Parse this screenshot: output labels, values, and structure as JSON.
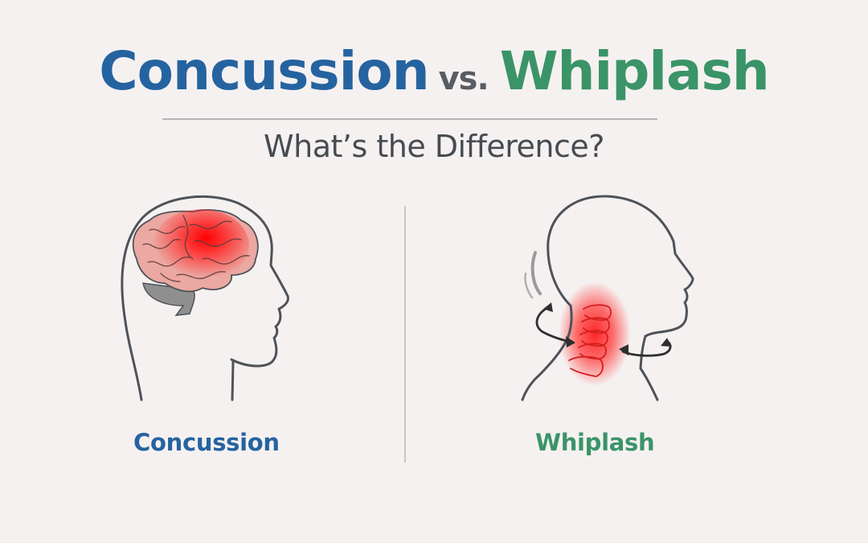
{
  "title": {
    "left": "Concussion",
    "connector": "vs.",
    "right": "Whiplash"
  },
  "subtitle": "What’s the Difference?",
  "panels": [
    {
      "label": "Concussion",
      "illustration": "head-profile-with-brain-injury-icon",
      "highlight": "brain (red glow)"
    },
    {
      "label": "Whiplash",
      "illustration": "head-neck-profile-with-whiplash-icon",
      "highlight": "cervical spine (red glow)"
    }
  ],
  "colors": {
    "background": "#f6f1f1",
    "concussion_blue": "#2563a0",
    "whiplash_green": "#3a9467",
    "vs_gray": "#585c63",
    "subtitle_gray": "#464c52",
    "outline": "#4d5359",
    "injury_red": "#ff1a1a",
    "brain_pink": "#eca8a2"
  }
}
